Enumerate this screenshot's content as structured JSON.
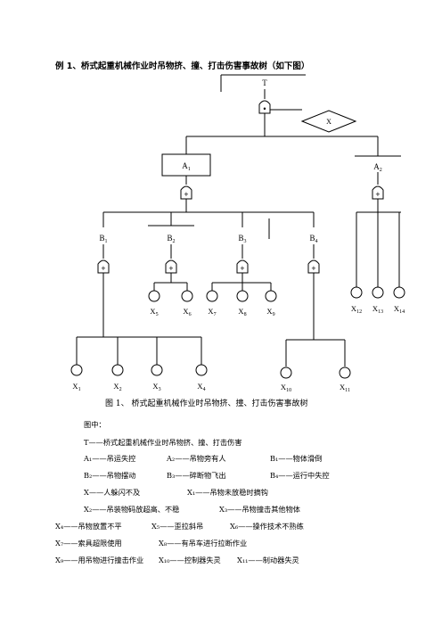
{
  "heading": "例 1、桥式起重机械作业时吊物挤、撞、打击伤害事故树（如下图）",
  "tree": {
    "top_event": "T",
    "condition_event": "X",
    "a_events": [
      "A1",
      "A2"
    ],
    "b_events": [
      "B1",
      "B2",
      "B3",
      "B4"
    ],
    "basic_events": [
      "X1",
      "X2",
      "X3",
      "X4",
      "X5",
      "X6",
      "X7",
      "X8",
      "X9",
      "X10",
      "X11",
      "X12",
      "X13",
      "X14"
    ],
    "and_gate_symbol": "•",
    "or_gate_symbol": "+"
  },
  "caption": "图 1、  桥式起重机械作业时吊物挤、撞、打击伤害事故树",
  "legend_title": "图中：",
  "legend": [
    [
      "T——桥式起重机械作业时吊物挤、撞、打击伤害"
    ],
    [
      "A₁——吊运失控",
      "A₂——吊物旁有人",
      "B₁——物体滑倒"
    ],
    [
      "B₂——吊物摆动",
      "B₃——碎断物飞出",
      "B₄——运行中失控"
    ],
    [
      "X——人躲闪不及",
      "X₁——吊物未放稳时摘钩"
    ],
    [
      "X₂——吊装物码放超高、不稳",
      "X₃——吊物撞击其他物体"
    ],
    [
      "X₄——吊物放置不平",
      "X₅——歪拉斜吊",
      "X₆——操作技术不熟练"
    ],
    [
      "X₇——索具超限使用",
      "X₈——有吊车进行拉断作业"
    ],
    [
      "X₉——用吊物进行撞击作业",
      "X₁₀——控制器失灵",
      "X₁₁——制动器失灵"
    ]
  ]
}
